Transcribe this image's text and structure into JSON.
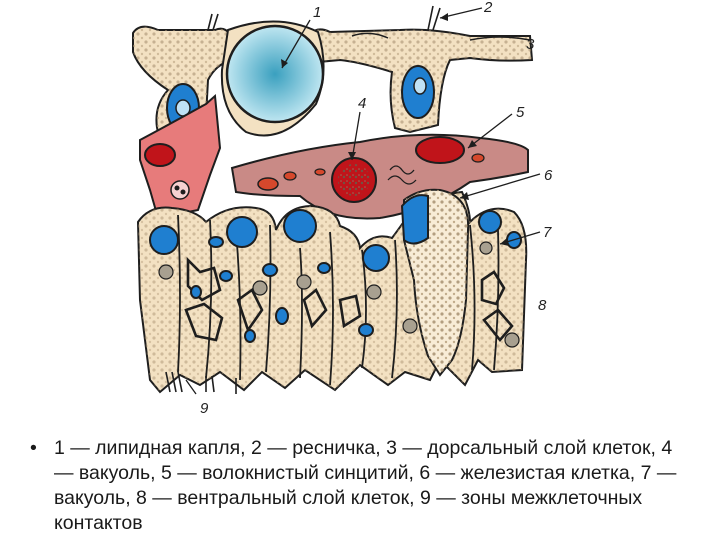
{
  "diagram": {
    "labels": [
      "1",
      "2",
      "3",
      "4",
      "5",
      "6",
      "7",
      "8",
      "9"
    ],
    "colors": {
      "cell_fill": "#f3e1c2",
      "outline": "#1e1e1e",
      "nucleus_blue": "#1f7fd0",
      "lipid_droplet": "#9fd3e6",
      "syncytium": "#c98a86",
      "vacuole_red": "#c0141a",
      "red_cell": "#e77b7b"
    }
  },
  "caption": {
    "bullet": "•",
    "text": "1 — липидная капля, 2 — ресничка, 3 — дорсальный слой клеток, 4 — вакуоль, 5 — волокнистый синцитий, 6 — железистая клетка, 7 — вакуоль, 8 — вентральный слой клеток, 9 — зоны межклеточных контактов"
  }
}
